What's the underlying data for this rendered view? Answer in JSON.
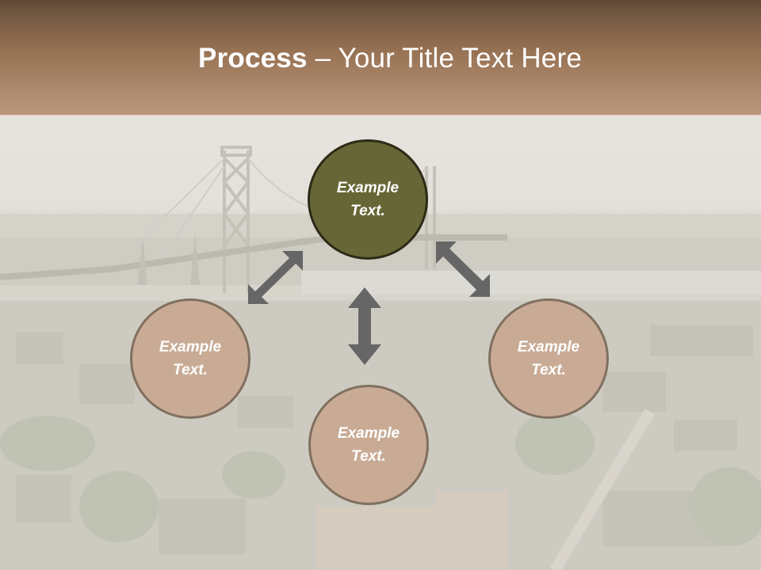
{
  "slide": {
    "title_bold": "Process",
    "title_rest": " – Your Title Text Here",
    "colors": {
      "header_top": "#5f4a36",
      "header_bottom": "#b9967b",
      "top_circle_fill": "#676636",
      "top_circle_border": "#2d2a17",
      "side_circle_fill": "#c9ab95",
      "side_circle_border": "#80705f",
      "arrow": "#666666"
    }
  },
  "diagram": {
    "nodes": [
      {
        "id": "top",
        "line1": "Example",
        "line2": "Text."
      },
      {
        "id": "left",
        "line1": "Example",
        "line2": "Text."
      },
      {
        "id": "right",
        "line1": "Example",
        "line2": "Text."
      },
      {
        "id": "bottom",
        "line1": "Example",
        "line2": "Text."
      }
    ],
    "connectors": [
      {
        "from": "top",
        "to": "left",
        "type": "double-arrow"
      },
      {
        "from": "top",
        "to": "right",
        "type": "double-arrow"
      },
      {
        "from": "top",
        "to": "bottom",
        "type": "double-arrow"
      }
    ]
  }
}
